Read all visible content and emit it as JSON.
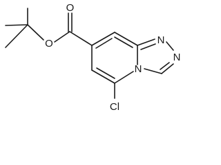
{
  "molecule": {
    "atoms": {
      "ester_oxygen_double": "O",
      "ester_oxygen_single": "O",
      "triazole_nitrogen_top": "N",
      "triazole_nitrogen_right": "N",
      "bridgehead_nitrogen": "N",
      "chlorine": "Cl"
    }
  }
}
